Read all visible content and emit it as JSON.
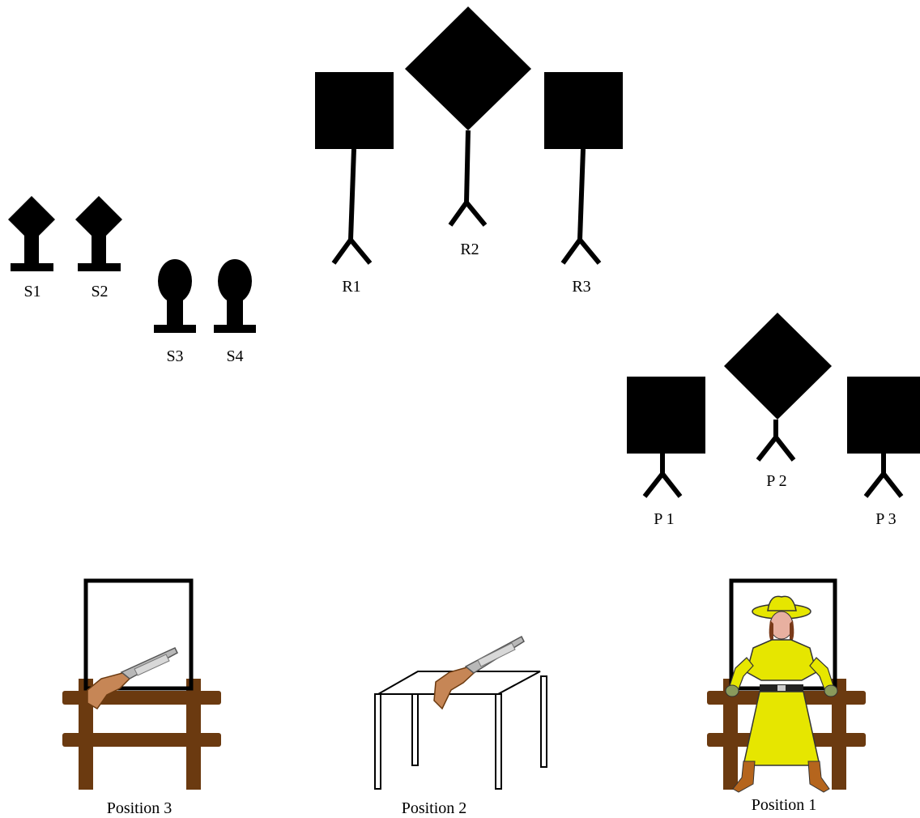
{
  "colors": {
    "target": "#000000",
    "fence_wood": "#6b3a10",
    "rifle_stock": "#c68656",
    "rifle_metal": "#b8b8b8",
    "cowgirl_dress": "#e6e600",
    "cowgirl_hat": "#e6e600",
    "cowgirl_bandana": "#e03a2a",
    "boots": "#b5651d",
    "gloves": "#8a9a5b"
  },
  "targets": {
    "shotgun": [
      {
        "label": "S1",
        "shape": "diamond-popper"
      },
      {
        "label": "S2",
        "shape": "diamond-popper"
      },
      {
        "label": "S3",
        "shape": "round-popper"
      },
      {
        "label": "S4",
        "shape": "round-popper"
      }
    ],
    "rifle": [
      {
        "label": "R1",
        "shape": "square-on-stand"
      },
      {
        "label": "R2",
        "shape": "diamond-on-stand"
      },
      {
        "label": "R3",
        "shape": "square-on-stand"
      }
    ],
    "pistol": [
      {
        "label": "P 1",
        "shape": "square-on-stand"
      },
      {
        "label": "P 2",
        "shape": "diamond-on-stand"
      },
      {
        "label": "P 3",
        "shape": "square-on-stand"
      }
    ]
  },
  "positions": [
    {
      "label": "Position 3",
      "prop": "fence-window-with-rifle"
    },
    {
      "label": "Position 2",
      "prop": "table-with-rifle"
    },
    {
      "label": "Position 1",
      "prop": "fence-window-with-cowgirl"
    }
  ]
}
